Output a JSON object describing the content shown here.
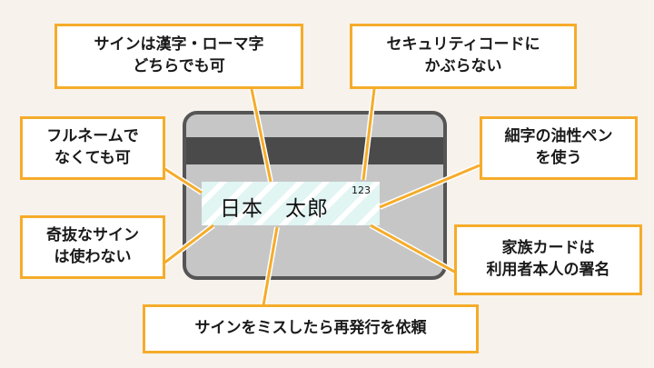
{
  "card": {
    "signature_name": "日本　太郎",
    "security_code": "123"
  },
  "callouts": {
    "kanji_roman": [
      "サインは漢字・ローマ字",
      "どちらでも可"
    ],
    "security_code": [
      "セキュリティコードに",
      "かぶらない"
    ],
    "full_name": [
      "フルネームで",
      "なくても可"
    ],
    "pen": [
      "細字の油性ペン",
      "を使う"
    ],
    "unusual": [
      "奇抜なサイン",
      "は使わない"
    ],
    "family": [
      "家族カードは",
      "利用者本人の署名"
    ],
    "mistake": [
      "サインをミスしたら再発行を依頼"
    ]
  },
  "colors": {
    "accent": "#f5ac2a",
    "background": "#f7f2ec",
    "card": "#c6c6c6",
    "stripe": "#4a4a4a"
  }
}
